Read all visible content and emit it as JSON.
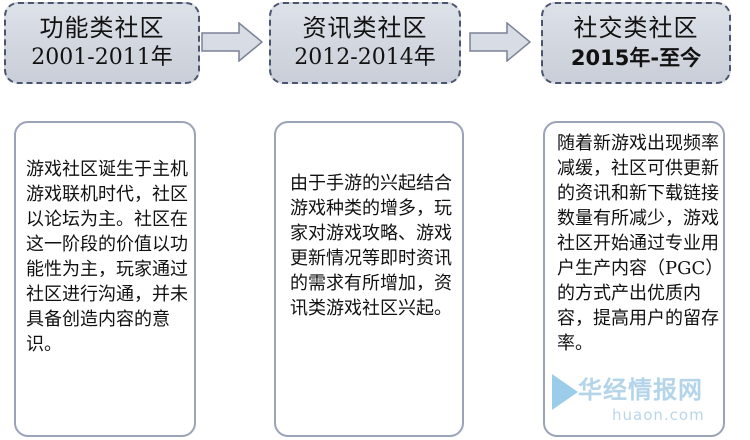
{
  "stages": [
    {
      "title": "功能类社区",
      "years": "2001-2011年",
      "body": "游戏社区诞生于主机游戏联机时代，社区以论坛为主。社区在这一阶段的价值以功能性为主，玩家通过社区进行沟通，并未具备创造内容的意识。"
    },
    {
      "title": "资讯类社区",
      "years": "2012-2014年",
      "body": "由于手游的兴起结合游戏种类的增多，玩家对游戏攻略、游戏更新情况等即时资讯的需求有所增加，资讯类游戏社区兴起。"
    },
    {
      "title": "社交类社区",
      "years": "2015年-至今",
      "body": "随着新游戏出现频率减缓，社区可供更新的资讯和新下载链接数量有所减少，游戏社区开始通过专业用户生产内容（PGC）的方式产出优质内容，提高用户的留存率。"
    }
  ],
  "watermark": {
    "cn": "华经情报网",
    "en": "huaon.com"
  },
  "colors": {
    "header_fill": "#d3d7df",
    "header_border": "#4c5570",
    "arrow_fill": "#d8dce4",
    "arrow_stroke": "#7a8296",
    "body_border": "#9aa3b8"
  }
}
